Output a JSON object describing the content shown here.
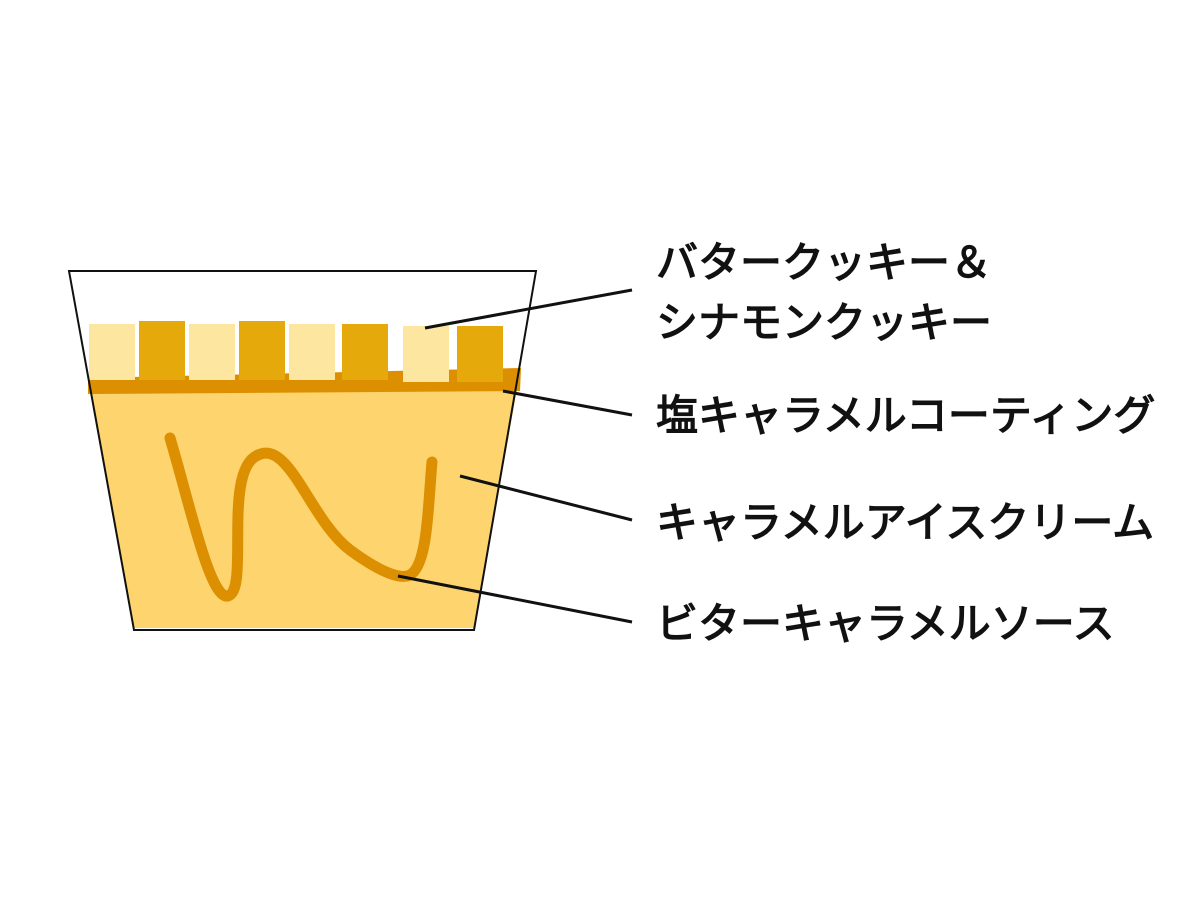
{
  "labels": {
    "cookies_line1": "バタークッキー＆",
    "cookies_line2": "シナモンクッキー",
    "coating": "塩キャラメルコーティング",
    "ice_cream": "キャラメルアイスクリーム",
    "sauce": "ビターキャラメルソース"
  },
  "colors": {
    "cup_outline": "#111111",
    "ice_cream": "#FDD46E",
    "coating": "#DC8F00",
    "sauce_swirl": "#DC8F00",
    "cookie_light": "#FDE6A0",
    "cookie_dark": "#E6A90C",
    "leader_line": "#111111"
  }
}
